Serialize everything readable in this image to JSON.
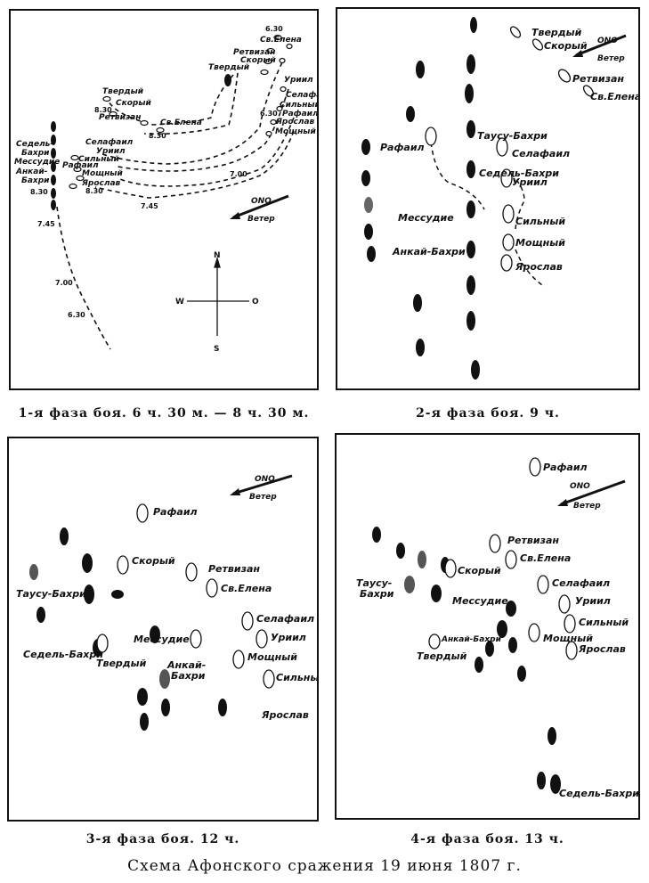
{
  "title": "Схема Афонского сражения 19 июня 1807 г.",
  "wind_word": "Ветер",
  "wind_dir": "ONO",
  "compass": {
    "n": "N",
    "s": "S",
    "w": "W",
    "e": "O"
  },
  "panels": [
    {
      "caption": "1-я фаза боя. 6 ч. 30 м. — 8 ч. 30 м.",
      "labels": {
        "sv_elena": "Св.Елена",
        "retvizan_a": "Ретвизан",
        "skory_a": "Скорый",
        "tverdy_a": "Твердый",
        "t630a": "6.30",
        "urail": "Уриил",
        "selafail_a": "Селафаил",
        "silny_a": "Сильный",
        "rafail_a": "Рафаил",
        "yaroslav_a": "Ярослав",
        "moshchny_a": "Мощный",
        "t630b": "6.30",
        "tverdy_b": "Твердый",
        "skory_b": "Скорый",
        "t830a": "8.30",
        "retvizan_b": "Ретвизан",
        "sv_elena_b": "Св.Елена",
        "t830b": "8.30",
        "sedel1": "Седель-",
        "sedel2": "Бахри",
        "messudie": "Мессудие",
        "ankai1": "Анкай-",
        "ankai2": "Бахри",
        "t830c": "8.30",
        "selafail_b": "Селафаил",
        "uriil_b": "Уриил",
        "silny_b": "Сильный",
        "rafail_b": "Рафаил",
        "moshchny_b": "Мощный",
        "yaroslav_b": "Ярослав",
        "t830d": "8.30",
        "t745a": "7.45",
        "t700a": "7.00",
        "t745b": "7.45",
        "t700b": "7.00",
        "t630c": "6.30"
      }
    },
    {
      "caption": "2-я фаза боя. 9 ч.",
      "labels": {
        "tverdy": "Твердый",
        "skory": "Скорый",
        "retvizan": "Ретвизан",
        "sv_elena": "Св.Елена",
        "tausu": "Таусу-Бахри",
        "rafail": "Рафаил",
        "selafail": "Селафаил",
        "sedel": "Седель-Бахри",
        "uriil": "Уриил",
        "messudie": "Мессудие",
        "silny": "Сильный",
        "ankai": "Анкай-Бахри",
        "moshchny": "Мощный",
        "yaroslav": "Ярослав"
      }
    },
    {
      "caption": "3-я фаза боя. 12 ч.",
      "labels": {
        "rafail": "Рафаил",
        "skory": "Скорый",
        "retvizan": "Ретвизан",
        "sv_elena": "Св.Елена",
        "tausu1": "Таусу-Бахри",
        "selafail": "Селафаил",
        "uriil": "Уриил",
        "messudie": "Мессудие",
        "sedel": "Седель-Бахри",
        "tverdy": "Твердый",
        "ankai1": "Анкай-",
        "ankai2": "Бахри",
        "moshchny": "Мощный",
        "silny": "Сильный",
        "yaroslav": "Ярослав"
      }
    },
    {
      "caption": "4-я фаза боя. 13 ч.",
      "labels": {
        "rafail": "Рафаил",
        "retvizan": "Ретвизан",
        "sv_elena": "Св.Елена",
        "skory": "Скорый",
        "tausu1": "Таусу-",
        "tausu2": "Бахри",
        "messudie": "Мессудие",
        "selafail": "Селафаил",
        "uriil": "Уриил",
        "silny": "Сильный",
        "ankai": "Анкай-Бахри",
        "moshchny": "Мощный",
        "tverdy": "Твердый",
        "yaroslav": "Ярослав",
        "sedel": "Седель-Бахри"
      }
    }
  ]
}
